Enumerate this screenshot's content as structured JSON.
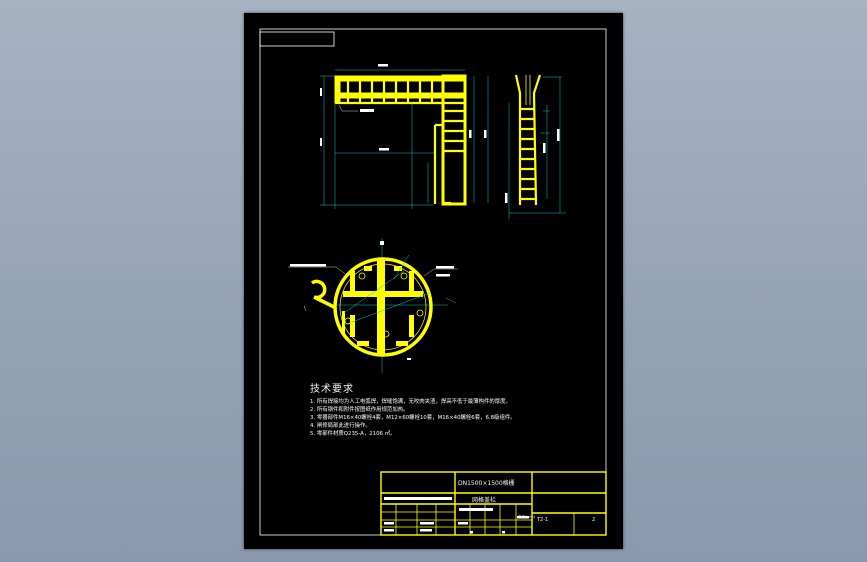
{
  "colors": {
    "background": "#95a3b6",
    "sheet": "#000000",
    "border": "#ffffff",
    "structure": "#ffff00",
    "dimension": "#00c8c8",
    "text": "#ffffff"
  },
  "technical_requirements": {
    "title": "技术要求",
    "items": [
      "1. 所有焊接均为人工电弧焊，焊缝饱满，无咬肉夹渣，焊高不低于最薄构件的厚度。",
      "2. 所有钢件和附件按图纸作用规范加热。",
      "3. 零器部件M16×40螺栓4套，M12×60螺栓10套，M16×40螺栓6套，6.8级组件。",
      "4. 闸修局部此进行操作。",
      "5. 零部件材质Q235-A，2106 ㎡。"
    ]
  },
  "title_block": {
    "drawing_name": "DN1500×1500格栅",
    "part_name": "网格盖栏",
    "drawing_number": "T2-1",
    "sheet_number": "2",
    "unit_label": "单位(mm)"
  }
}
